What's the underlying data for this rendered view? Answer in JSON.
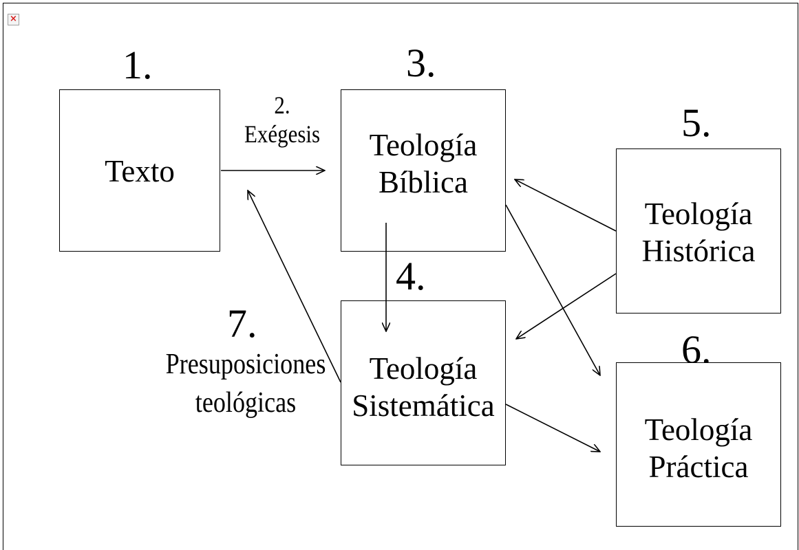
{
  "icon": "broken-image-icon",
  "numbers": {
    "n1": "1.",
    "n3": "3.",
    "n4": "4.",
    "n5": "5.",
    "n6": "6.",
    "n7": "7."
  },
  "boxes": {
    "texto": "Texto",
    "biblica": "Teología\nBíblica",
    "sistematica": "Teología\nSistemática",
    "historica": "Teología\nHistórica",
    "practica": "Teología\nPráctica"
  },
  "labels": {
    "exegesis": "2.\nExégesis",
    "presuposiciones": "Presuposiciones\nteológicas"
  }
}
